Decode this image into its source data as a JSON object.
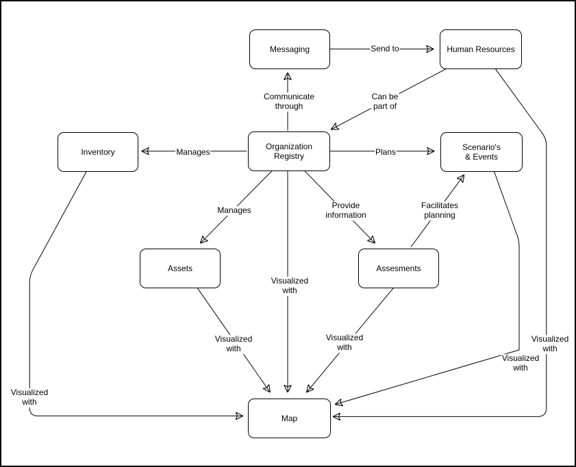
{
  "diagram": {
    "colors": {
      "background": "#ffffff",
      "node_fill": "#ffffff",
      "stroke": "#000000",
      "text": "#000000"
    },
    "nodes": {
      "messaging": {
        "label": "Messaging"
      },
      "human_resources": {
        "label": "Human Resources"
      },
      "inventory": {
        "label": "Inventory"
      },
      "organization_registry": {
        "label": "Organization\nRegistry"
      },
      "scenarios_events": {
        "label": "Scenario's\n& Events"
      },
      "assets": {
        "label": "Assets"
      },
      "assesments": {
        "label": "Assesments"
      },
      "map": {
        "label": "Map"
      }
    },
    "relations": [
      {
        "from": "Messaging",
        "to": "Human Resources",
        "label": "Send to"
      },
      {
        "from": "Organization Registry",
        "to": "Messaging",
        "label": "Communicate\nthrough"
      },
      {
        "from": "Human Resources",
        "to": "Organization Registry",
        "label": "Can be\npart of"
      },
      {
        "from": "Organization Registry",
        "to": "Inventory",
        "label": "Manages"
      },
      {
        "from": "Organization Registry",
        "to": "Scenario's & Events",
        "label": "Plans"
      },
      {
        "from": "Organization Registry",
        "to": "Assets",
        "label": "Manages"
      },
      {
        "from": "Organization Registry",
        "to": "Assesments",
        "label": "Provide\ninformation"
      },
      {
        "from": "Assesments",
        "to": "Scenario's & Events",
        "label": "Facilitates\nplanning"
      },
      {
        "from": "Organization Registry",
        "to": "Map",
        "label": "Visualized\nwith"
      },
      {
        "from": "Assets",
        "to": "Map",
        "label": "Visualized\nwith"
      },
      {
        "from": "Assesments",
        "to": "Map",
        "label": "Visualized\nwith"
      },
      {
        "from": "Inventory",
        "to": "Map",
        "label": "Visualized\nwith"
      },
      {
        "from": "Scenario's & Events",
        "to": "Map",
        "label": "Visualized\nwith"
      },
      {
        "from": "Human Resources",
        "to": "Map",
        "label": "Visualized\nwith"
      }
    ]
  }
}
